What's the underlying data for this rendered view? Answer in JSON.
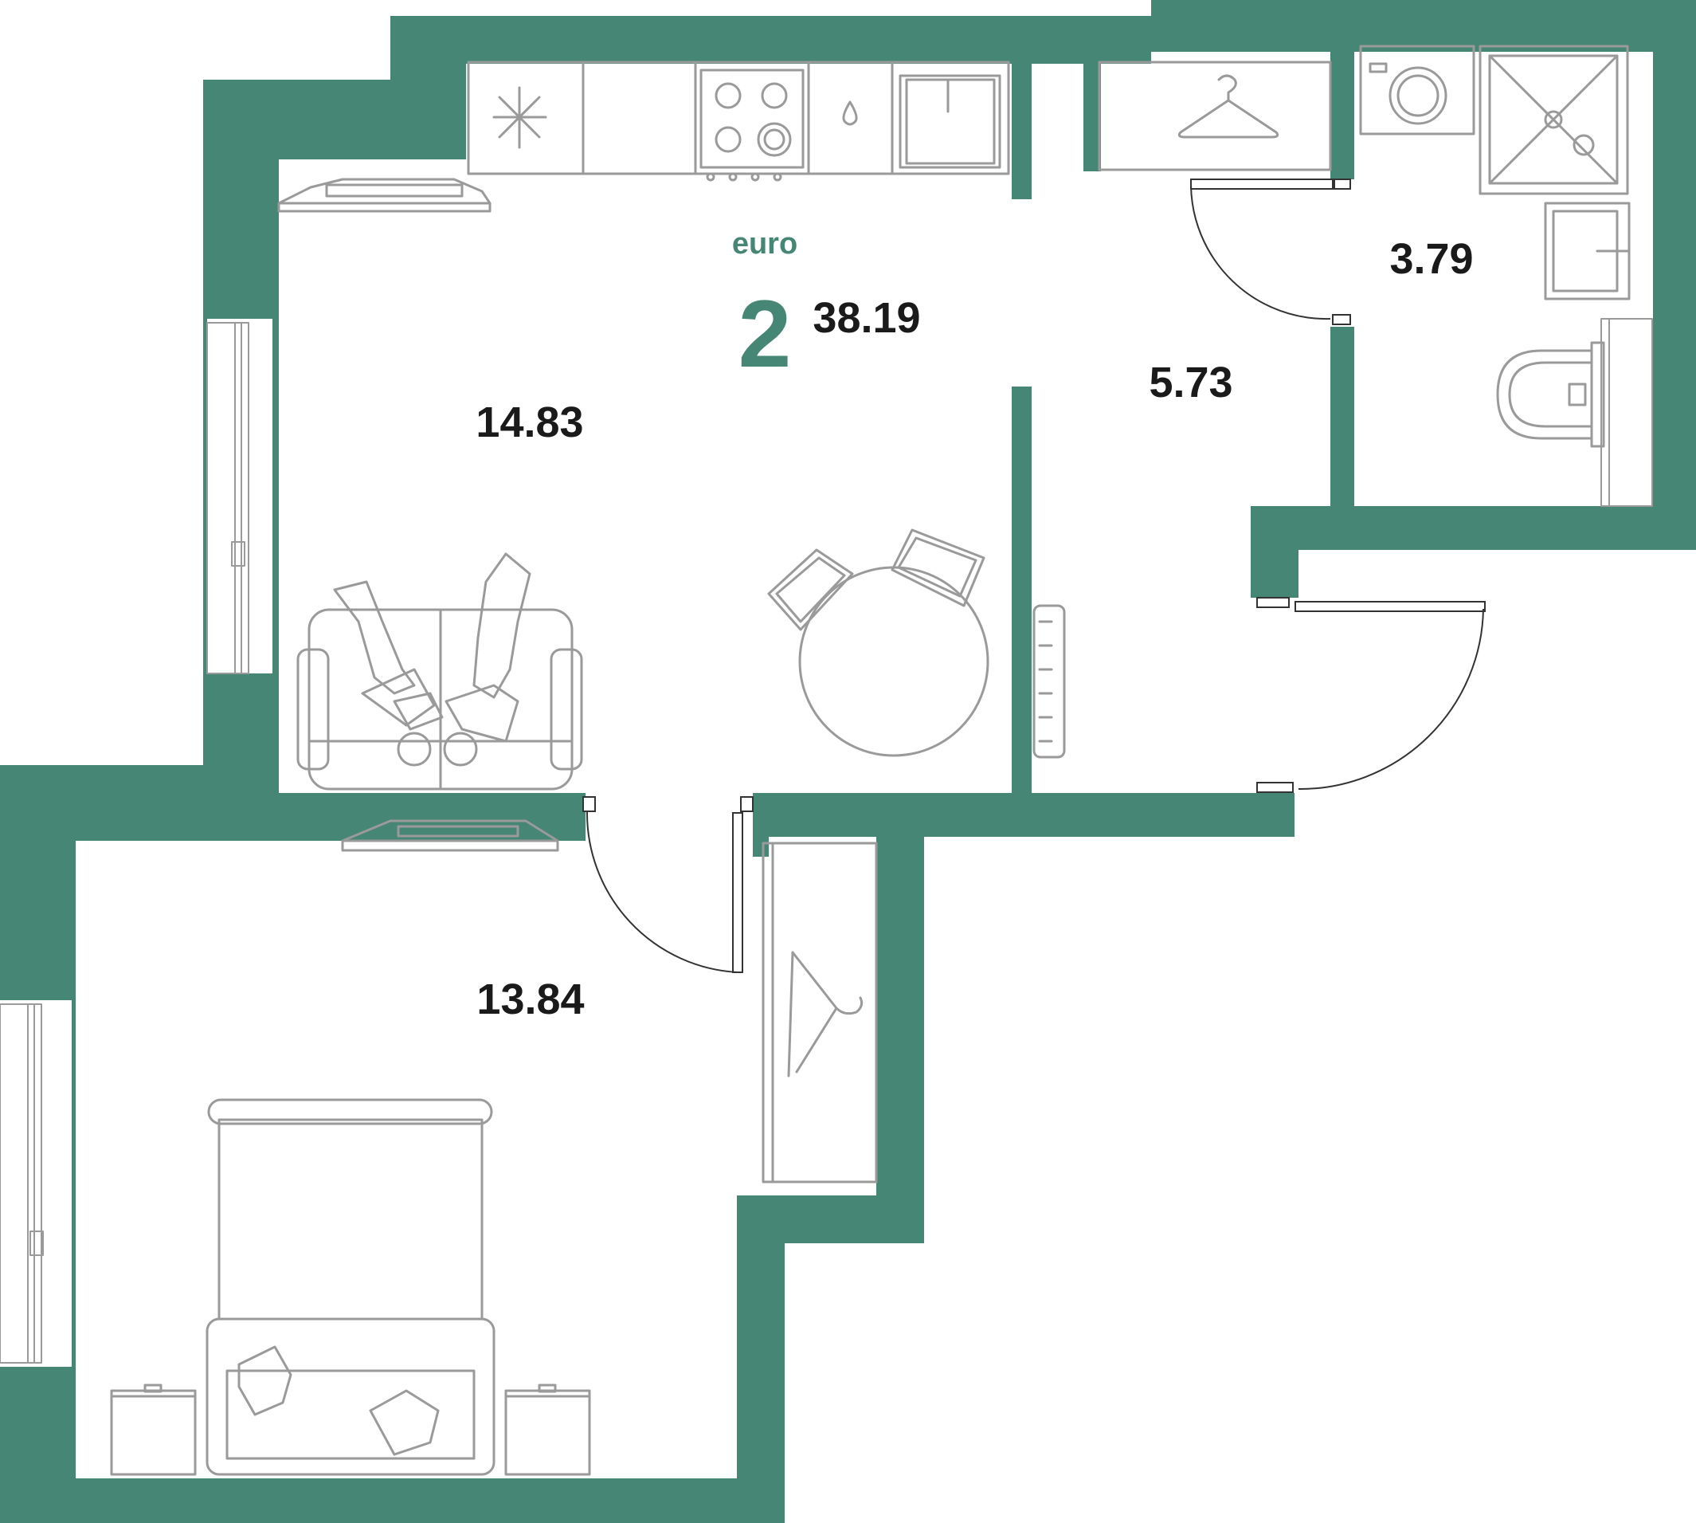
{
  "plan": {
    "type_label": "euro",
    "rooms_count": "2",
    "total_area": "38.19",
    "rooms": [
      {
        "id": "kitchen-living",
        "area": "14.83"
      },
      {
        "id": "hallway",
        "area": "5.73"
      },
      {
        "id": "bathroom",
        "area": "3.79"
      },
      {
        "id": "bedroom",
        "area": "13.84"
      }
    ]
  },
  "colors": {
    "wall": "#468674",
    "furniture": "#9a9a9a",
    "text": "#1a1a1a",
    "accent": "#468674"
  }
}
